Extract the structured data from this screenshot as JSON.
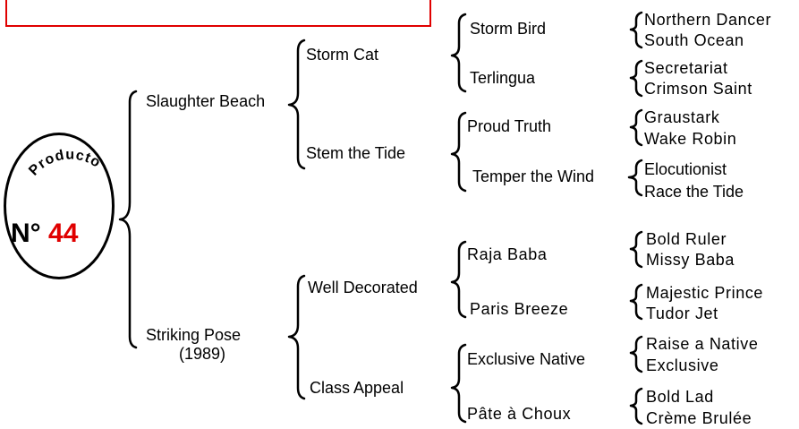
{
  "badge": {
    "brand": "Producto",
    "number_prefix": "N°",
    "number": "44"
  },
  "pedigree": {
    "sire": {
      "name": "Slaughter Beach",
      "sire": {
        "name": "Storm Cat",
        "sire": {
          "name": "Storm Bird",
          "sire": "Northern Dancer",
          "dam": "South Ocean"
        },
        "dam": {
          "name": "Terlingua",
          "sire": "Secretariat",
          "dam": "Crimson Saint"
        }
      },
      "dam": {
        "name": "Stem the Tide",
        "sire": {
          "name": "Proud Truth",
          "sire": "Graustark",
          "dam": "Wake Robin"
        },
        "dam": {
          "name": "Temper the Wind",
          "sire": "Elocutionist",
          "dam": "Race the Tide"
        }
      }
    },
    "dam": {
      "name": "Striking Pose",
      "year": "(1989)",
      "sire": {
        "name": "Well Decorated",
        "sire": {
          "name": "Raja Baba",
          "sire": "Bold Ruler",
          "dam": "Missy Baba"
        },
        "dam": {
          "name": "Paris Breeze",
          "sire": "Majestic Prince",
          "dam": "Tudor Jet"
        }
      },
      "dam": {
        "name": "Class Appeal",
        "sire": {
          "name": "Exclusive Native",
          "sire": "Raise a Native",
          "dam": "Exclusive"
        },
        "dam": {
          "name": "Pâte à Choux",
          "sire": "Bold Lad",
          "dam": "Crème Brulée"
        }
      }
    }
  }
}
